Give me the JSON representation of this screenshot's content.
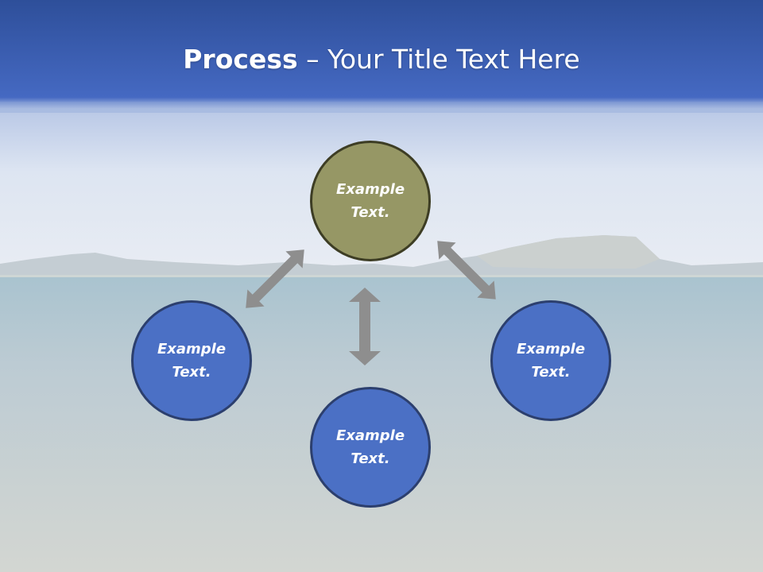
{
  "title": {
    "bold": "Process",
    "dash": " – ",
    "rest": "Your Title Text Here"
  },
  "nodes": [
    {
      "id": "top",
      "label": "Example Text.",
      "color": "#969765"
    },
    {
      "id": "left",
      "label": "Example Text.",
      "color": "#4b70c5"
    },
    {
      "id": "right",
      "label": "Example Text.",
      "color": "#4b70c5"
    },
    {
      "id": "bottom",
      "label": "Example Text.",
      "color": "#4b70c5"
    }
  ],
  "colors": {
    "header": "#3f64b8",
    "arrow": "#8e8e8e",
    "water": "#b8c8d0"
  }
}
